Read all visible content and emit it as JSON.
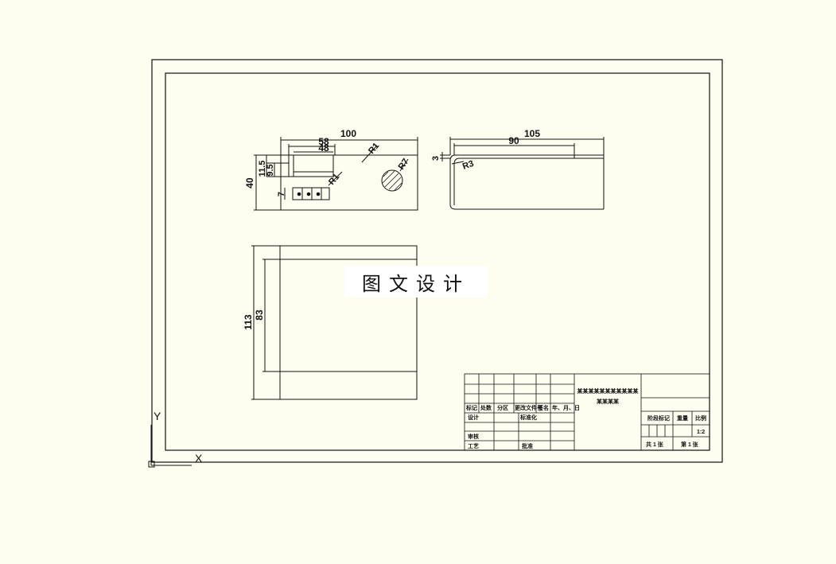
{
  "colors": {
    "background": "#fffdf0",
    "line": "#111111"
  },
  "dimensions": {
    "top_view": {
      "overall_width": "100",
      "inner_width_a": "58",
      "inner_width_b": "48",
      "radius_top": "R1",
      "radius_bottom": "R1",
      "radius_hole": "R7",
      "vertical_a": "11.5",
      "vertical_b": "9.5",
      "height": "40",
      "slot": "7"
    },
    "side_view": {
      "overall_width": "105",
      "inner_width": "90",
      "thickness": "3",
      "radius": "R3"
    },
    "plan_view": {
      "outer_height": "113",
      "inner_height": "83"
    }
  },
  "watermark": "图文设计",
  "axis": {
    "y": "Y",
    "x": "X"
  },
  "title_block": {
    "drawing_title_1": "某某某某某某某某某某某",
    "drawing_title_2": "某某某某",
    "header_row": [
      "标记",
      "处数",
      "分区",
      "更改文件号",
      "签名",
      "年、月、日"
    ],
    "design_label": "设计",
    "standard_label": "标准化",
    "review_label": "审核",
    "craft_label": "工艺",
    "approve_label": "批准",
    "stage_label": "阶段标记",
    "weight_label": "重量",
    "scale_label": "比例",
    "scale_value": "1:2",
    "sheet_total": "共 1 张",
    "sheet_number": "第 1 张"
  }
}
